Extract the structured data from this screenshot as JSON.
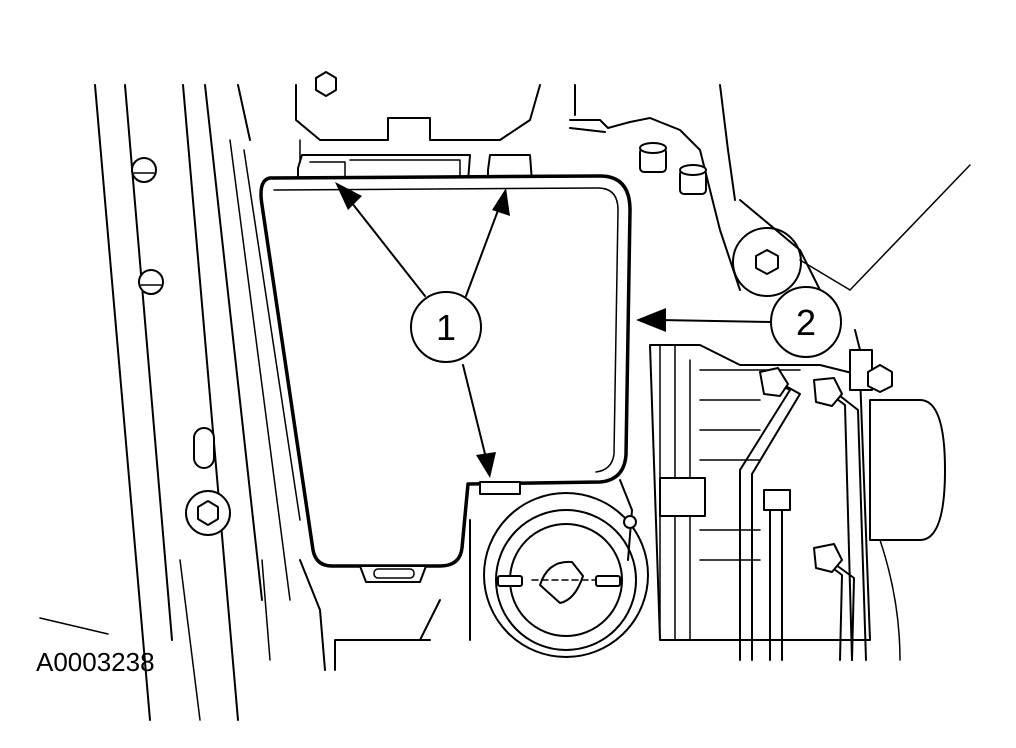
{
  "figure_id": "A0003238",
  "callouts": [
    {
      "number": "1"
    },
    {
      "number": "2"
    }
  ]
}
